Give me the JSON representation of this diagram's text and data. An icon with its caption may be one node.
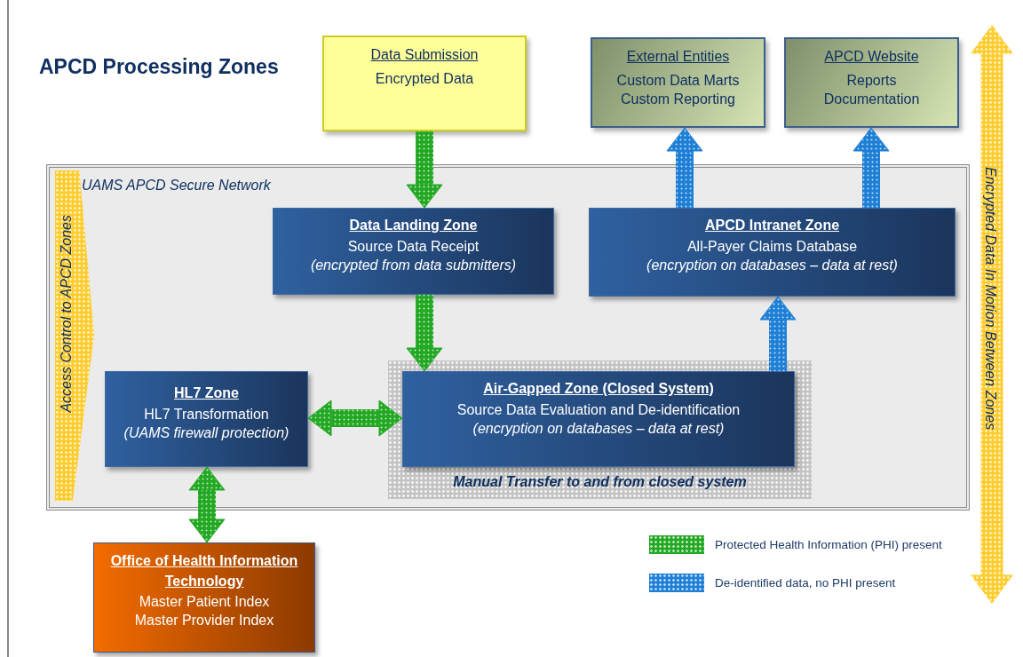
{
  "diagram": {
    "title": "APCD Processing Zones",
    "nodes": [
      {
        "text": [
          "Data Submission",
          "Encrypted Data"
        ]
      },
      {
        "text": [
          "External Entities",
          "Custom Data Marts",
          "Custom Reporting"
        ]
      },
      {
        "text": [
          "APCD Website",
          "Reports",
          "Documentation"
        ]
      },
      {
        "text": [
          "UAMS APCD Secure Network"
        ]
      },
      {
        "text": [
          "Access Control to APCD Zones"
        ],
        "in": 3
      },
      {
        "text": [
          "Data Landing Zone",
          "Source Data Receipt",
          "(encrypted from data submitters)"
        ],
        "in": 3
      },
      {
        "text": [
          "APCD Intranet Zone",
          "All-Payer Claims Database",
          "(encryption on databases – data at rest)"
        ],
        "in": 3
      },
      {
        "text": [
          "HL7 Zone",
          "HL7 Transformation",
          "(UAMS firewall protection)"
        ],
        "in": 3
      },
      {
        "text": [
          "Manual Transfer to and from closed system"
        ],
        "in": 3
      },
      {
        "text": [
          "Air-Gapped Zone (Closed System)",
          "Source Data Evaluation and De-identification",
          "(encryption on databases – data at rest)"
        ],
        "in": 8
      },
      {
        "text": [
          "Office of Health Information Technology",
          "Master Patient Index",
          "Master Provider Index"
        ]
      },
      {
        "text": [
          "Encrypted Data In Motion Between Zones"
        ]
      }
    ],
    "edges": [
      {
        "from": 0,
        "to": 5,
        "arrow": "to"
      },
      {
        "from": 5,
        "to": 9,
        "arrow": "to"
      },
      {
        "from": 7,
        "to": 9,
        "arrow": "both"
      },
      {
        "from": 7,
        "to": 10,
        "arrow": "both"
      },
      {
        "from": 9,
        "to": 6,
        "arrow": "to",
        "color": "#1e7fd6"
      },
      {
        "from": 6,
        "to": 1,
        "arrow": "to",
        "color": "#1e7fd6"
      },
      {
        "from": 6,
        "to": 2,
        "arrow": "to",
        "color": "#1e7fd6"
      }
    ],
    "legend": [
      {
        "text": "Protected Health Information (PHI) present",
        "color": "#22a822"
      },
      {
        "text": "De-identified data, no PHI present",
        "color": "#1e7fd6"
      }
    ]
  }
}
